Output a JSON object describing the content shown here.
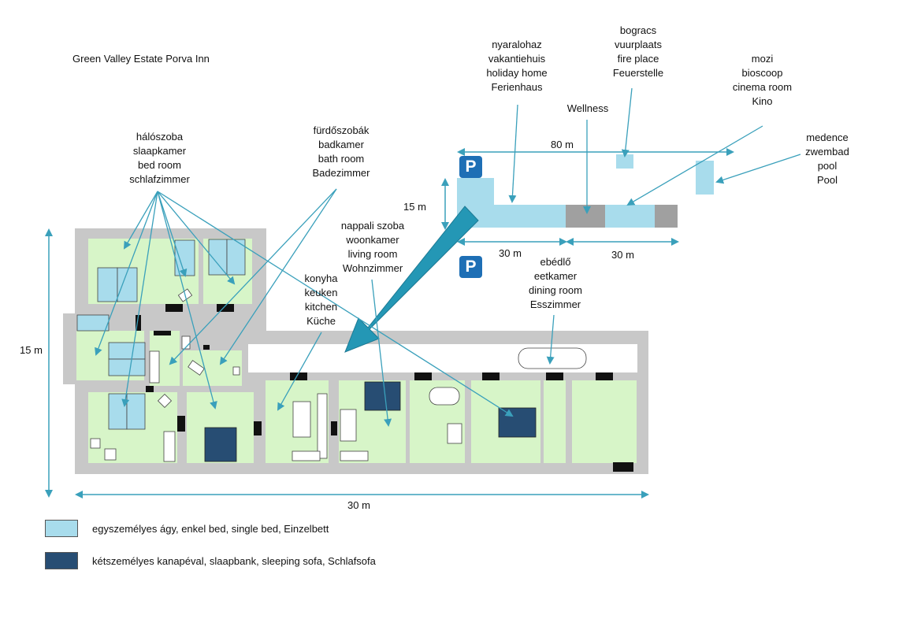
{
  "title": "Green Valley Estate Porva Inn",
  "colors": {
    "wall": "#c8c8c8",
    "room": "#d7f5c8",
    "single_bed": "#a8dcec",
    "sofa": "#274d73",
    "arrow": "#3aa0bb",
    "big_arrow": "#2497b5",
    "dark_block": "#999999",
    "parking": "#1e6fb5"
  },
  "labels": {
    "holiday_home": [
      "nyaralohaz",
      "vakantiehuis",
      "holiday home",
      "Ferienhaus"
    ],
    "fireplace": [
      "bogracs",
      "vuurplaats",
      "fire place",
      "Feuerstelle"
    ],
    "wellness": [
      "Wellness"
    ],
    "cinema": [
      "mozi",
      "bioscoop",
      "cinema room",
      "Kino"
    ],
    "pool": [
      "medence",
      "zwembad",
      "pool",
      "Pool"
    ],
    "bedroom": [
      "hálószoba",
      "slaapkamer",
      "bed room",
      "schlafzimmer"
    ],
    "bathroom": [
      "fürdőszobák",
      "badkamer",
      "bath room",
      "Badezimmer"
    ],
    "living": [
      "nappali szoba",
      "woonkamer",
      "living room",
      "Wohnzimmer"
    ],
    "kitchen": [
      "konyha",
      "keuken",
      "kitchen",
      "Küche"
    ],
    "dining": [
      "ebédlő",
      "eetkamer",
      "dining room",
      "Esszimmer"
    ]
  },
  "dimensions": {
    "site_width": "80 m",
    "site_depth": "15 m",
    "seg_left": "30 m",
    "seg_right": "30 m",
    "house_depth": "15 m",
    "house_width": "30 m"
  },
  "parking_symbol": "P",
  "legend": {
    "single_bed": "egyszemélyes ágy, enkel bed, single bed, Einzelbett",
    "sofa": "kétszemélyes kanapéval, slaapbank, sleeping sofa, Schlafsofa"
  }
}
